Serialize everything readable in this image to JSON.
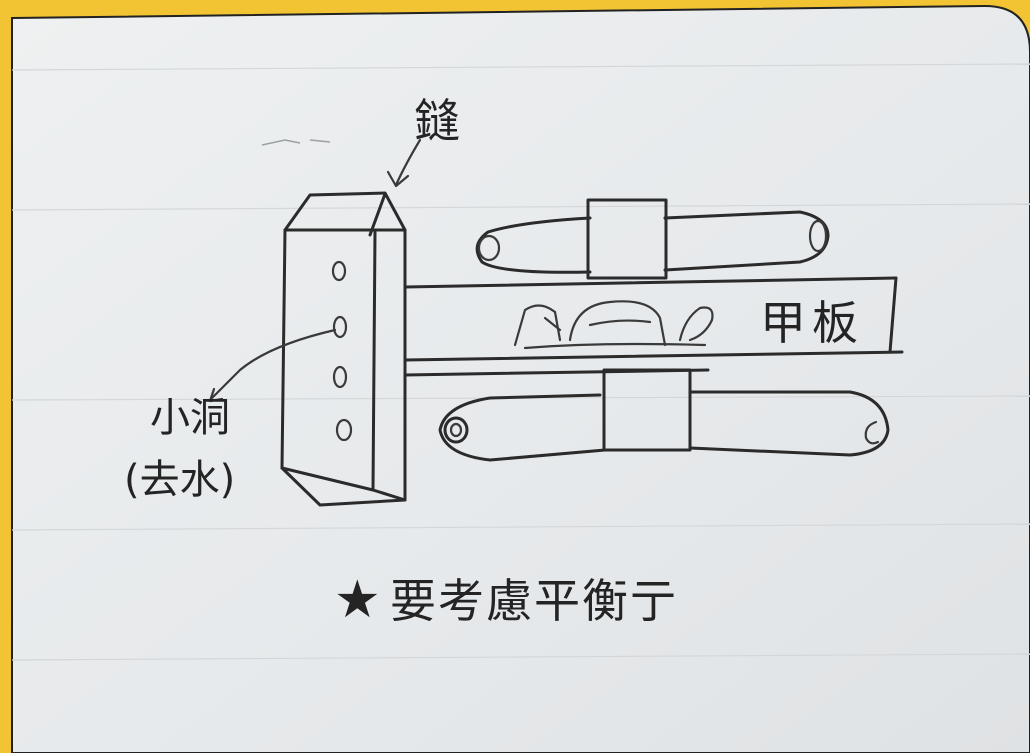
{
  "labels": {
    "seam": "鏠",
    "deck_plate": "甲板",
    "small_hole": "小洞",
    "drain": "(去水)",
    "note_star": "★",
    "note_text": "要考慮平衡亍"
  },
  "colors": {
    "frame": "#f2c433",
    "paper": "#e9ecee",
    "ink": "#2b2b2b"
  }
}
